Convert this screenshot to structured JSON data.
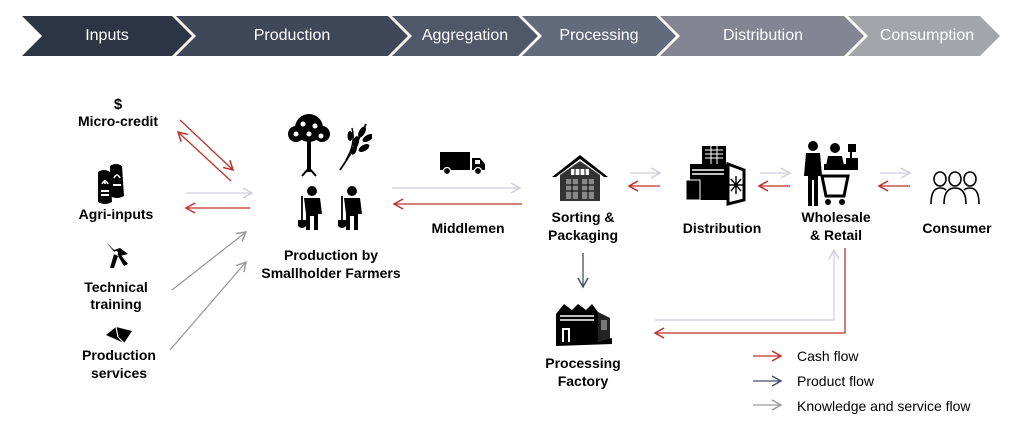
{
  "stages": [
    {
      "label": "Inputs",
      "color": "#2d3545"
    },
    {
      "label": "Production",
      "color": "#3f4759"
    },
    {
      "label": "Aggregation",
      "color": "#4f5769"
    },
    {
      "label": "Processing",
      "color": "#626a7b"
    },
    {
      "label": "Distribution",
      "color": "#828692"
    },
    {
      "label": "Consumption",
      "color": "#a4a5a9"
    }
  ],
  "inputs": {
    "micro_credit": {
      "symbol": "$",
      "label": "Micro-credit",
      "icon": "dollar-icon"
    },
    "agri_inputs": {
      "label": "Agri-inputs",
      "icon": "fertilizer-bags-icon"
    },
    "technical_training": {
      "label_line1": "Technical",
      "label_line2": "training",
      "icon": "pruning-shears-icon"
    },
    "production_services": {
      "label_line1": "Production",
      "label_line2": "services",
      "icon": "field-plot-icon"
    }
  },
  "nodes": {
    "production": {
      "label_line1": "Production by",
      "label_line2": "Smallholder Farmers",
      "icons": [
        "tree-icon",
        "wheat-icon",
        "farmer-icon",
        "farmer-icon"
      ]
    },
    "middlemen": {
      "label": "Middlemen",
      "icon": "truck-icon"
    },
    "sorting": {
      "label_line1": "Sorting &",
      "label_line2": "Packaging",
      "icon": "warehouse-icon"
    },
    "processing_factory": {
      "label_line1": "Processing",
      "label_line2": "Factory",
      "icon": "factory-icon"
    },
    "distribution": {
      "label": "Distribution",
      "icon": "cold-storage-icon"
    },
    "wholesale": {
      "label_line1": "Wholesale",
      "label_line2": "& Retail",
      "icon": "shop-checkout-icon"
    },
    "consumer": {
      "label": "Consumer",
      "icon": "people-group-icon"
    }
  },
  "legend": [
    {
      "label": "Cash flow",
      "color": "#c0302b"
    },
    {
      "label": "Product flow",
      "color": "#465064"
    },
    {
      "label": "Knowledge and service flow",
      "color": "#9a9a9a"
    }
  ],
  "colors": {
    "cash": "#c0302b",
    "product": "#465064",
    "knowledge": "#9a9a9a",
    "knowledge_light": "#cfd0dc"
  }
}
